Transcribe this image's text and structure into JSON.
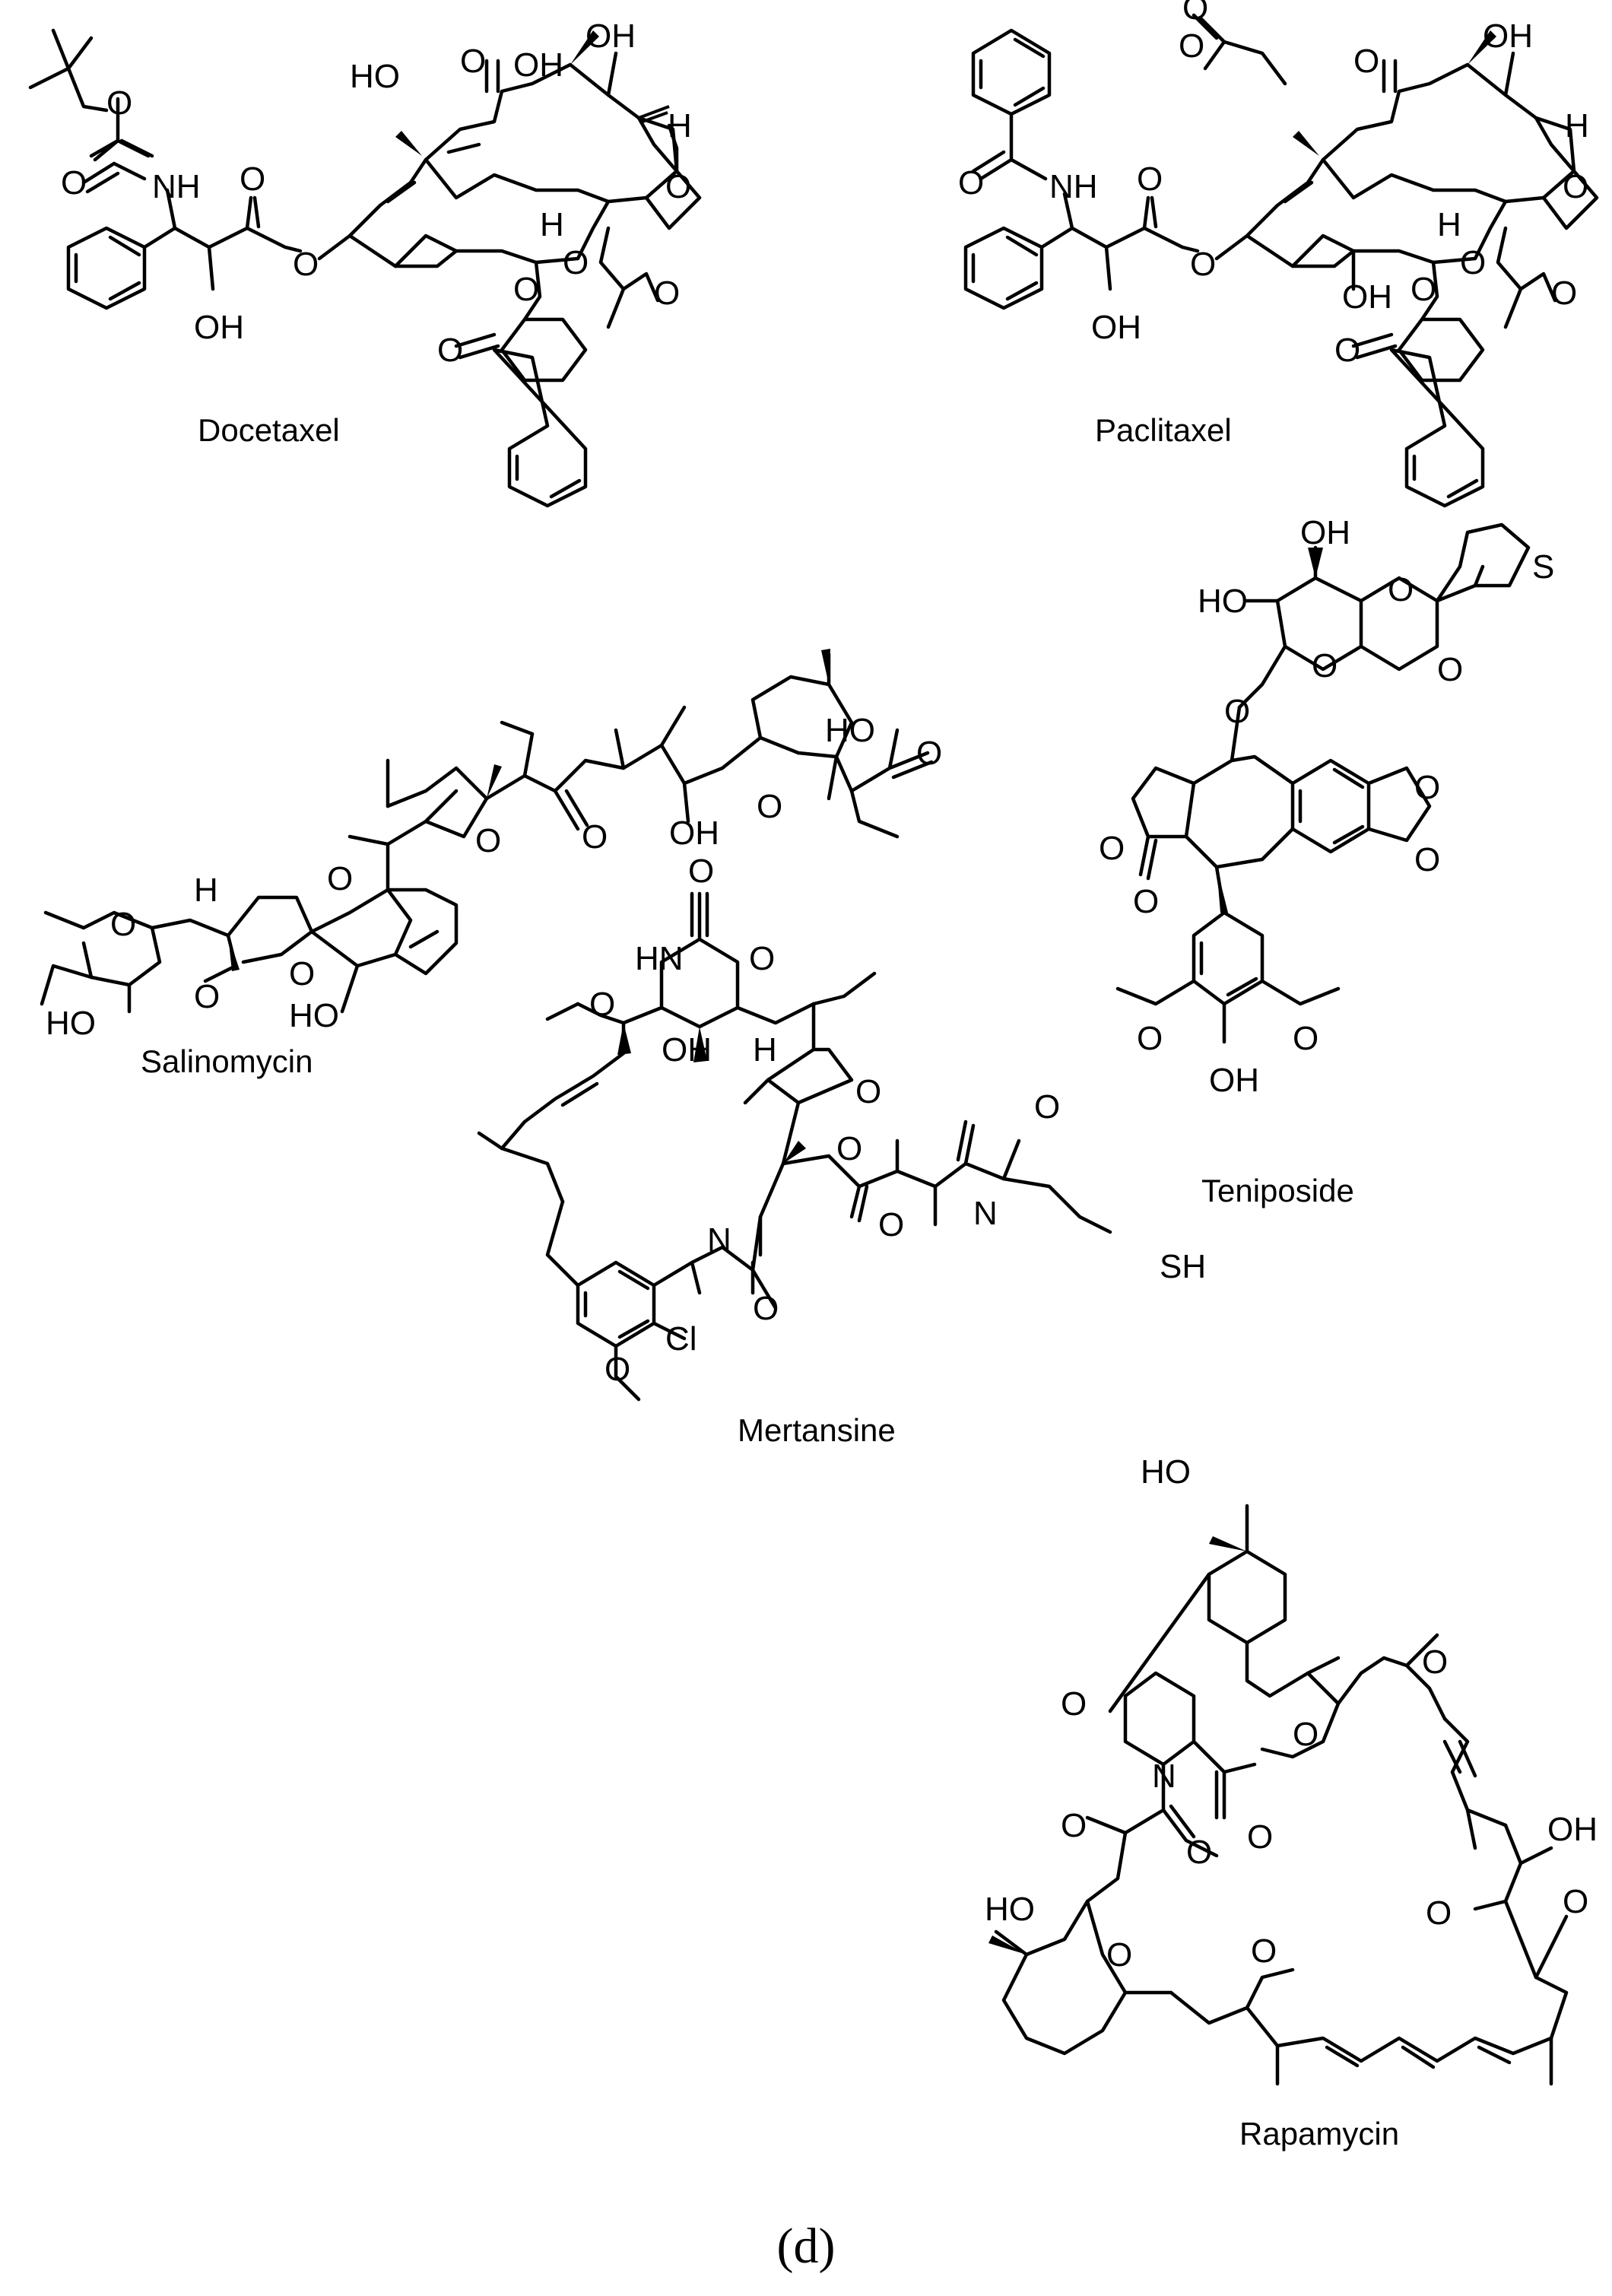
{
  "figure": {
    "panel_label": "(d)",
    "compounds": [
      {
        "name": "Docetaxel",
        "labels": [
          "OH",
          "HO",
          "O",
          "OH",
          "H",
          "O",
          "O",
          "O",
          "NH",
          "O",
          "O",
          "O",
          "OH",
          "H",
          "O",
          "O",
          "O"
        ]
      },
      {
        "name": "Paclitaxel",
        "labels": [
          "O",
          "O",
          "OH",
          "O",
          "H",
          "O",
          "NH",
          "O",
          "O",
          "O",
          "OH",
          "OH",
          "H",
          "O",
          "O",
          "O",
          "O"
        ]
      },
      {
        "name": "Salinomycin",
        "labels": [
          "HO",
          "O",
          "OH",
          "O",
          "O",
          "O",
          "O",
          "O",
          "H",
          "O",
          "O",
          "HO",
          "HO"
        ]
      },
      {
        "name": "Teniposide",
        "labels": [
          "OH",
          "HO",
          "O",
          "S",
          "O",
          "O",
          "O",
          "O",
          "O",
          "O",
          "O",
          "O",
          "O",
          "OH"
        ]
      },
      {
        "name": "Mertansine",
        "labels": [
          "O",
          "HN",
          "O",
          "O",
          "OH",
          "H",
          "O",
          "O",
          "O",
          "N",
          "O",
          "SH",
          "N",
          "O",
          "Cl",
          "O"
        ]
      },
      {
        "name": "Rapamycin",
        "labels": [
          "HO",
          "O",
          "O",
          "O",
          "N",
          "O",
          "O",
          "OH",
          "O",
          "HO",
          "O",
          "O",
          "O",
          "O"
        ]
      }
    ]
  }
}
